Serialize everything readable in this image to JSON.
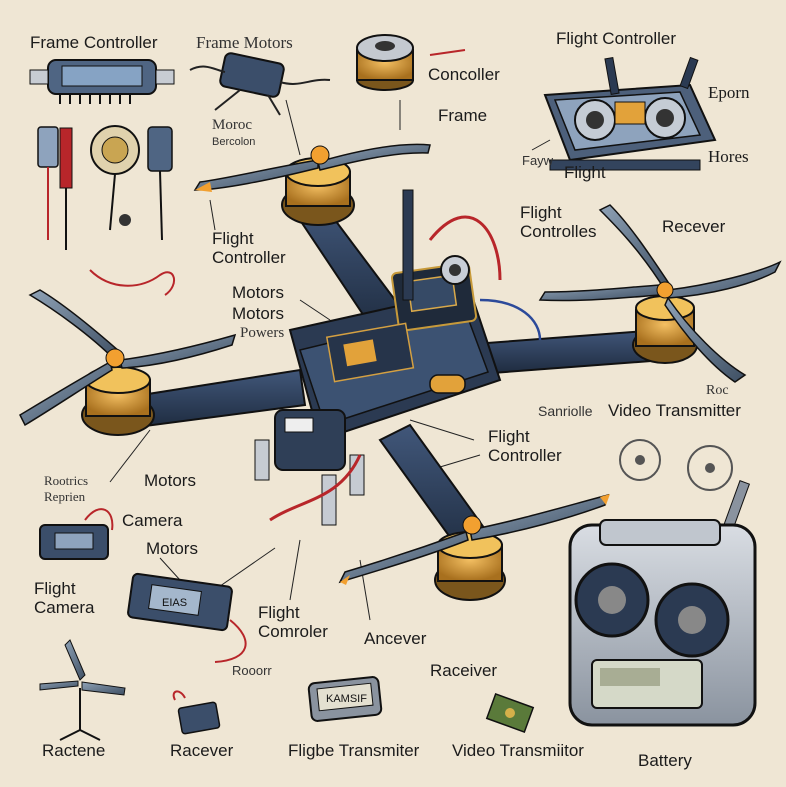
{
  "labels": {
    "frame_controller": "Frame Controller",
    "frame_motors": "Frame  Motors",
    "concoller": "Concoller",
    "flight_controller_top": "Flight Controller",
    "frame": "Frame",
    "moroc": "Moroc",
    "small_under_moroc": "Bercolon",
    "eporn": "Eporn",
    "hores": "Hores",
    "fayw": "Fayw",
    "flight_top": "Flight",
    "flight_controlles": "Flight\nControlles",
    "recever": "Recever",
    "flight_controller_left": "Flight\nController",
    "motors_stack_1": "Motors",
    "motors_stack_2": "Motors",
    "motors_stack_3": "Powers",
    "roc": "Roc",
    "sanriolle": "Sanriolle",
    "video_transmitter_right": "Video Transmitter",
    "flight_controller_center": "Flight\nController",
    "motors_left": "Motors",
    "rootrics": "Rootrics",
    "reprien": "Reprien",
    "camera_small": "Camera",
    "motors_lower": "Motors",
    "flight_camera": "Flight\nCamera",
    "flight_comroler": "Flight\nComroler",
    "ancever": "Ancever",
    "raceiver": "Raceiver",
    "rooorr": "Rooorr",
    "ractene": "Ractene",
    "racever": "Racever",
    "flighe_transmiter": "Fligbe Transmiter",
    "video_transmiiter": "Video Transmiitor",
    "battery": "Battery",
    "vtx_chip_text": "KAMSIF",
    "fc_board_text": "EIAS"
  },
  "colors": {
    "background": "#efe6d4",
    "frame": "#2b3a52",
    "motor_gold": "#e2a23a",
    "prop_gray": "#6c7f94",
    "prop_tip": "#f2a030",
    "wire_red": "#b8262a"
  }
}
